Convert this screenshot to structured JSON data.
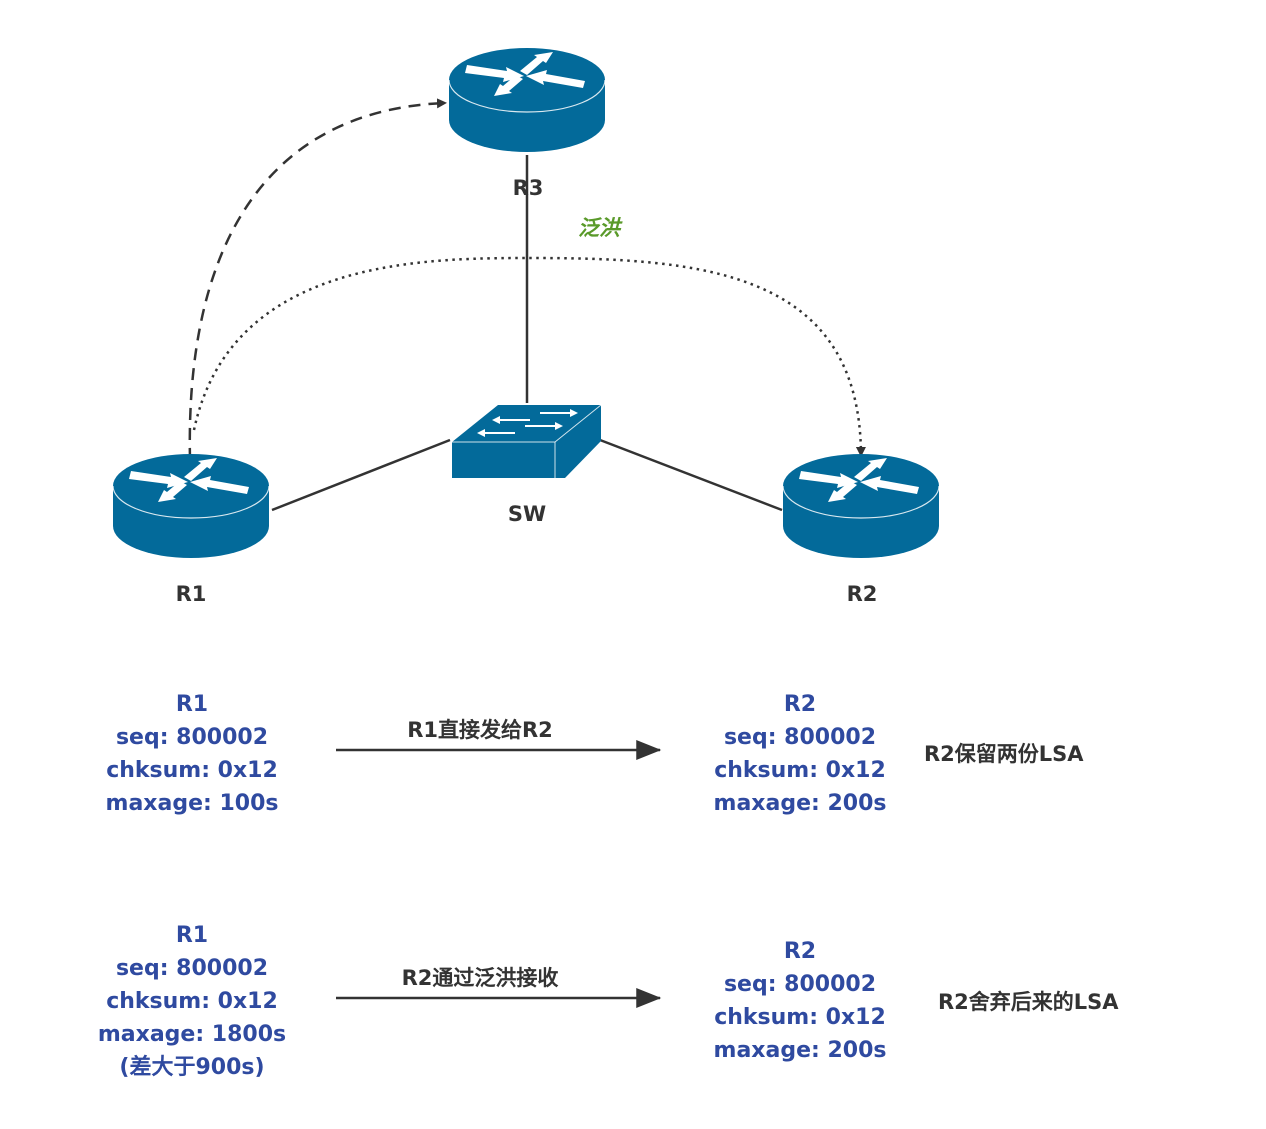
{
  "diagram": {
    "nodes": {
      "r3": {
        "label": "R3",
        "type": "router"
      },
      "r1": {
        "label": "R1",
        "type": "router"
      },
      "r2": {
        "label": "R2",
        "type": "router"
      },
      "sw": {
        "label": "SW",
        "type": "switch"
      }
    },
    "flood_label": "泛洪",
    "colors": {
      "device_blue": "#036a9a",
      "info_blue": "#2f4aa0",
      "flood_green": "#5a9a2a",
      "line_dark": "#333333"
    }
  },
  "scenarios": [
    {
      "left": {
        "lines": [
          "R1",
          "seq: 800002",
          "chksum: 0x12",
          "maxage: 100s"
        ]
      },
      "arrow_label": "R1直接发给R2",
      "right": {
        "lines": [
          "R2",
          "seq: 800002",
          "chksum: 0x12",
          "maxage: 200s"
        ]
      },
      "result": "R2保留两份LSA"
    },
    {
      "left": {
        "lines": [
          "R1",
          "seq: 800002",
          "chksum: 0x12",
          "maxage: 1800s",
          "(差大于900s)"
        ]
      },
      "arrow_label": "R2通过泛洪接收",
      "right": {
        "lines": [
          "R2",
          "seq: 800002",
          "chksum: 0x12",
          "maxage: 200s"
        ]
      },
      "result": "R2舍弃后来的LSA"
    }
  ]
}
